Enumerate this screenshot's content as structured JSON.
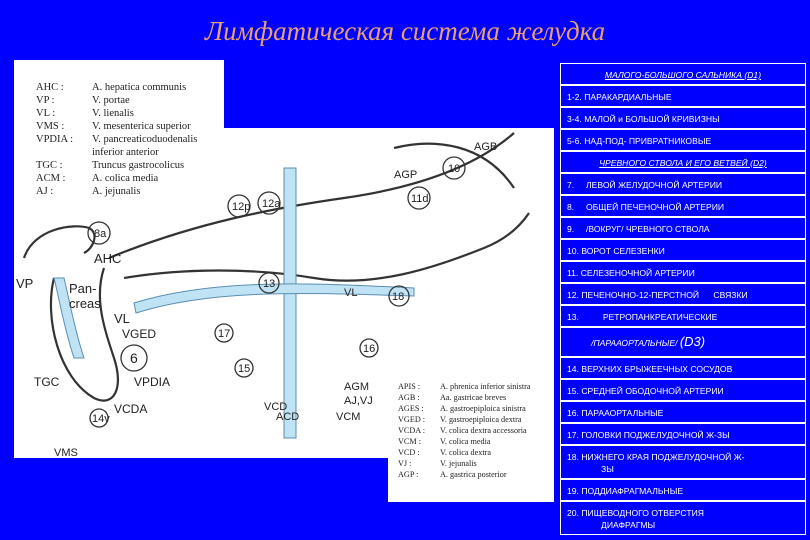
{
  "title": "Лимфатическая система желудка",
  "legend_abbr": [
    {
      "abbr": "AHC :",
      "name": "A. hepatica communis"
    },
    {
      "abbr": "VP :",
      "name": "V. portae"
    },
    {
      "abbr": "VL :",
      "name": "V. lienalis"
    },
    {
      "abbr": "VMS :",
      "name": "V. mesenterica superior"
    },
    {
      "abbr": "VPDIA :",
      "name": "V. pancreaticoduodenalis"
    },
    {
      "abbr": "",
      "name": "inferior anterior"
    },
    {
      "abbr": "TGC :",
      "name": "Truncus gastrocolicus"
    },
    {
      "abbr": "ACM :",
      "name": "A. colica media"
    },
    {
      "abbr": "AJ :",
      "name": "A. jejunalis"
    }
  ],
  "legend_abbr2": [
    {
      "abbr": "APIS :",
      "name": "A. phrenica inferior sinistra"
    },
    {
      "abbr": "AGB :",
      "name": "Aa. gastricae breves"
    },
    {
      "abbr": "AGES :",
      "name": "A. gastroepiploica sinistra"
    },
    {
      "abbr": "VGED :",
      "name": "V. gastroepiploica dextra"
    },
    {
      "abbr": "VCDA :",
      "name": "V. colica dextra accessoria"
    },
    {
      "abbr": "VCM :",
      "name": "V. colica media"
    },
    {
      "abbr": "VCD :",
      "name": "V. colica dextra"
    },
    {
      "abbr": "VJ :",
      "name": "V. jejunalis"
    },
    {
      "abbr": "AGP :",
      "name": "A. gastrica posterior"
    }
  ],
  "diagram_labels": {
    "AHC": "AHC",
    "VP": "VP",
    "Pancreas": "Pan-\ncreas",
    "VL": "VL",
    "VGED": "VGED",
    "VPDIA": "VPDIA",
    "VCDA": "VCDA",
    "TGC": "TGC",
    "VMS": "VMS",
    "AGP": "AGP",
    "AGB": "AGB",
    "VL2": "VL",
    "VCD": "VCD",
    "ACD": "ACD",
    "AGM": "AGM",
    "AJVJ": "AJ,VJ",
    "VCM": "VCM",
    "n8a": "8a",
    "n13": "13",
    "n14v": "14v",
    "n15": "15",
    "n12a": "12a",
    "n12p": "12p",
    "n11d": "11d",
    "n10": "10",
    "n16": "16",
    "n17": "17",
    "n6": "6",
    "n18": "18"
  },
  "groups": [
    {
      "label": "МАЛОГО-БОЛЬШОГО САЛЬНИКА (D1)",
      "kind": "head"
    },
    {
      "num": "",
      "label": "1-2. ПАРАКАРДИАЛЬНЫЕ"
    },
    {
      "num": "",
      "label": "3-4. МАЛОЙ и БОЛЬШОЙ КРИВИЗНЫ"
    },
    {
      "num": "",
      "label": "5-6. НАД-ПОД- ПРИВРАТНИКОВЫЕ"
    },
    {
      "label": "ЧРЕВНОГО СТВОЛА И ЕГО ВЕТВЕЙ (D2)",
      "kind": "head"
    },
    {
      "num": "7.",
      "label": "ЛЕВОЙ ЖЕЛУДОЧНОЙ АРТЕРИИ"
    },
    {
      "num": "8.",
      "label": "ОБЩЕЙ ПЕЧЕНОЧНОЙ АРТЕРИИ"
    },
    {
      "num": "9.",
      "label": "/ВОКРУГ/ ЧРЕВНОГО СТВОЛА"
    },
    {
      "num": "",
      "label": "10. ВОРОТ СЕЛЕЗЕНКИ"
    },
    {
      "num": "",
      "label": "11. СЕЛЕЗЕНОЧНОЙ АРТЕРИИ"
    },
    {
      "num": "",
      "label": "12. ПЕЧЕНОЧНО-12-ПЕРСТНОЙ      СВЯЗКИ"
    },
    {
      "num": "",
      "label": "13.          РЕТРОПАНКРЕАТИЧЕСКИЕ"
    },
    {
      "label": "/ПАРААОРТАЛЬНЫЕ/",
      "extra": "(D3)",
      "kind": "d3"
    },
    {
      "num": "",
      "label": "14. ВЕРХНИХ БРЫЖЕЕЧНЫХ СОСУДОВ"
    },
    {
      "num": "",
      "label": "15. СРЕДНЕЙ ОБОДОЧНОЙ АРТЕРИИ"
    },
    {
      "num": "",
      "label": "16. ПАРААОРТАЛЬНЫЕ"
    },
    {
      "num": "",
      "label": "17. ГОЛОВКИ ПОДЖЕЛУДОЧНОЙ Ж-ЗЫ"
    },
    {
      "num": "",
      "label": "18. НИЖНЕГО КРАЯ ПОДЖЕЛУДОЧНОЙ Ж-",
      "label2": "ЗЫ"
    },
    {
      "num": "",
      "label": "19. ПОДДИАФРАГМАЛЬНЫЕ"
    },
    {
      "num": "",
      "label": "20. ПИЩЕВОДНОГО ОТВЕРСТИЯ",
      "label2": "ДИАФРАГМЫ"
    }
  ],
  "colors": {
    "background": "#0000ff",
    "title": "#e8a070",
    "text": "#ffffff",
    "vessel": "#bfe3f5"
  }
}
